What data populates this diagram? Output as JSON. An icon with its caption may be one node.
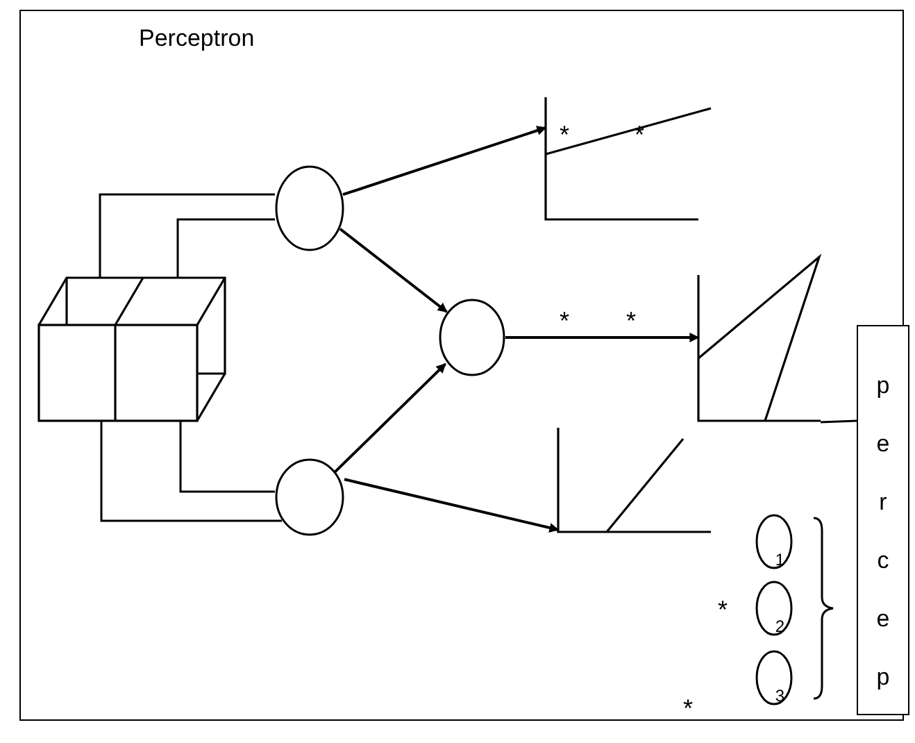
{
  "diagram": {
    "title": "Perceptron",
    "nodes": [
      {
        "text": [],
        "shape": "picture"
      },
      {
        "text": [],
        "shape": "circle"
      },
      {
        "text": [],
        "shape": "circle"
      },
      {
        "text": [],
        "shape": "circle"
      },
      {
        "text": [],
        "shape": "picture"
      },
      {
        "text": [],
        "shape": "picture"
      },
      {
        "text": [],
        "shape": "picture"
      },
      {
        "text": [
          "1"
        ]
      },
      {
        "text": [
          "2"
        ]
      },
      {
        "text": [
          "3"
        ]
      },
      {
        "text": [
          "percep"
        ]
      }
    ],
    "edges": [
      {
        "from": 0,
        "to": 1,
        "arrow": "none"
      },
      {
        "from": 0,
        "to": 1,
        "arrow": "none"
      },
      {
        "from": 0,
        "to": 3,
        "arrow": "none"
      },
      {
        "from": 0,
        "to": 3,
        "arrow": "none"
      },
      {
        "from": 1,
        "to": 4,
        "arrow": "to"
      },
      {
        "from": 1,
        "to": 2,
        "arrow": "to"
      },
      {
        "from": 3,
        "to": 2,
        "arrow": "to"
      },
      {
        "from": 3,
        "to": 6,
        "arrow": "to"
      },
      {
        "from": 2,
        "to": 5,
        "arrow": "to"
      },
      {
        "from": 5,
        "to": 10,
        "arrow": "none"
      }
    ],
    "labels": [
      "*",
      "*",
      "*",
      "*",
      "*",
      "*"
    ]
  }
}
